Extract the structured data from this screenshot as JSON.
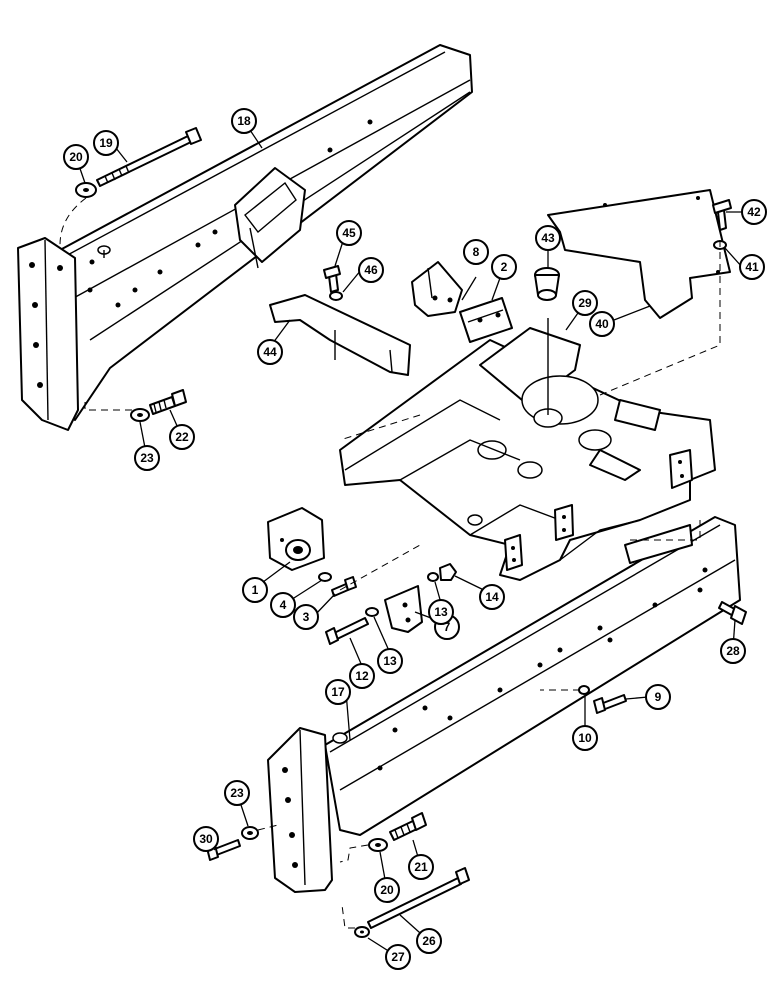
{
  "callouts": [
    {
      "id": "c1",
      "label": "1"
    },
    {
      "id": "c2",
      "label": "2"
    },
    {
      "id": "c3",
      "label": "3"
    },
    {
      "id": "c4",
      "label": "4"
    },
    {
      "id": "c7",
      "label": "7"
    },
    {
      "id": "c8",
      "label": "8"
    },
    {
      "id": "c9",
      "label": "9"
    },
    {
      "id": "c10",
      "label": "10"
    },
    {
      "id": "c12",
      "label": "12"
    },
    {
      "id": "c13a",
      "label": "13"
    },
    {
      "id": "c13b",
      "label": "13"
    },
    {
      "id": "c14",
      "label": "14"
    },
    {
      "id": "c17",
      "label": "17"
    },
    {
      "id": "c18",
      "label": "18"
    },
    {
      "id": "c19",
      "label": "19"
    },
    {
      "id": "c20a",
      "label": "20"
    },
    {
      "id": "c20b",
      "label": "20"
    },
    {
      "id": "c21",
      "label": "21"
    },
    {
      "id": "c22",
      "label": "22"
    },
    {
      "id": "c23a",
      "label": "23"
    },
    {
      "id": "c23b",
      "label": "23"
    },
    {
      "id": "c26",
      "label": "26"
    },
    {
      "id": "c27",
      "label": "27"
    },
    {
      "id": "c28",
      "label": "28"
    },
    {
      "id": "c29",
      "label": "29"
    },
    {
      "id": "c30",
      "label": "30"
    },
    {
      "id": "c40",
      "label": "40"
    },
    {
      "id": "c41",
      "label": "41"
    },
    {
      "id": "c42",
      "label": "42"
    },
    {
      "id": "c43",
      "label": "43"
    },
    {
      "id": "c44",
      "label": "44"
    },
    {
      "id": "c45",
      "label": "45"
    },
    {
      "id": "c46",
      "label": "46"
    }
  ]
}
